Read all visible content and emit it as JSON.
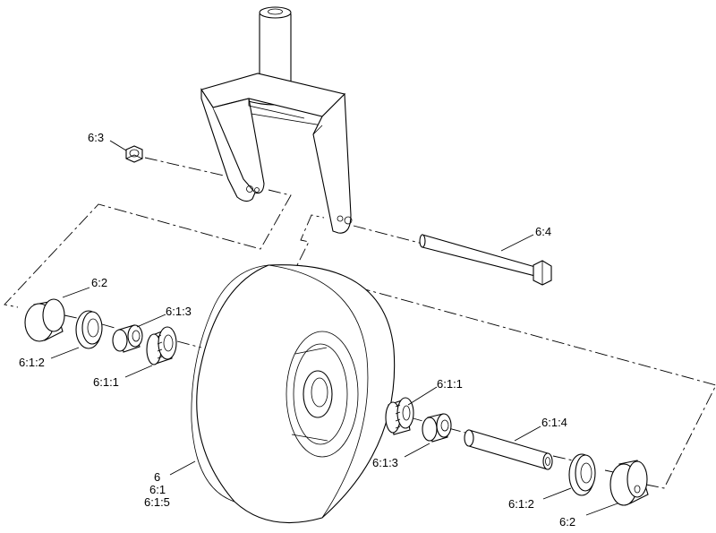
{
  "callouts": {
    "nut": "6:3",
    "bolt": "6:4",
    "spacer_left": "6:2",
    "bearing_cup_left": "6:1:2",
    "bushing_left": "6:1:3",
    "bearing_cone_left": "6:1:1",
    "bearing_cone_right": "6:1:1",
    "bushing_right": "6:1:3",
    "tube": "6:1:4",
    "bearing_cup_right": "6:1:2",
    "spacer_right": "6:2",
    "wheel_assembly": "6",
    "wheel": "6:1",
    "tire": "6:1:5"
  }
}
